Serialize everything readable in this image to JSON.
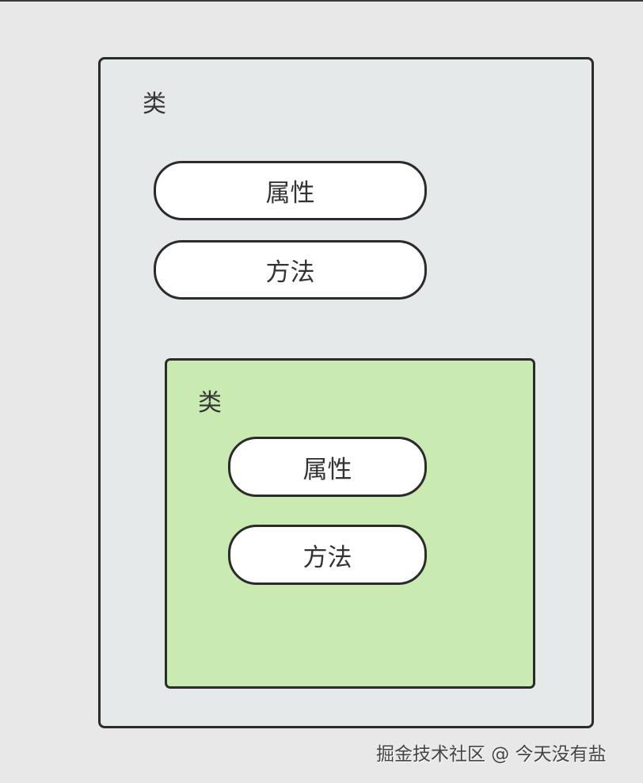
{
  "diagram": {
    "outer_class": {
      "label": "类",
      "members": [
        {
          "label": "属性"
        },
        {
          "label": "方法"
        }
      ],
      "background": "#e6e9ea"
    },
    "inner_class": {
      "label": "类",
      "members": [
        {
          "label": "属性"
        },
        {
          "label": "方法"
        }
      ],
      "background": "#c9eab1"
    }
  },
  "watermark": "掘金技术社区 @ 今天没有盐"
}
